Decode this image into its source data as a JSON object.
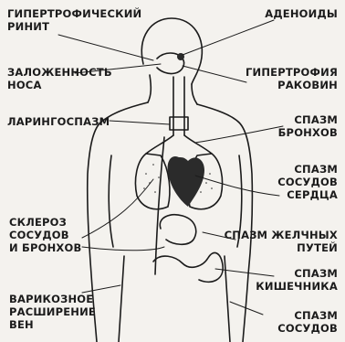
{
  "labels": {
    "hypertrophic_rhinitis": [
      "ГИПЕРТРОФИЧЕСКИЙ",
      "РИНИТ"
    ],
    "adenoids": [
      "АДЕНОИДЫ"
    ],
    "nasal_congestion": [
      "ЗАЛОЖЕННОСТЬ",
      "НОСА"
    ],
    "turbinate_hypertrophy": [
      "ГИПЕРТРОФИЯ",
      "РАКОВИН"
    ],
    "laryngospasm": [
      "ЛАРИНГОСПАЗМ"
    ],
    "bronchospasm": [
      "СПАЗМ",
      "БРОНХОВ"
    ],
    "heart_vessel_spasm": [
      "СПАЗМ",
      "СОСУДОВ",
      "СЕРДЦА"
    ],
    "sclerosis": [
      "СКЛЕРОЗ",
      "СОСУДОВ",
      "И БРОНХОВ"
    ],
    "biliary_spasm": [
      "СПАЗМ ЖЕЛЧНЫХ",
      "ПУТЕЙ"
    ],
    "intestinal_spasm": [
      "СПАЗМ",
      "КИШЕЧНИКА"
    ],
    "varicose_veins": [
      "ВАРИКОЗНОЕ",
      "РАСШИРЕНИЕ",
      "ВЕН"
    ],
    "vessel_spasm": [
      "СПАЗМ",
      "СОСУДОВ"
    ]
  },
  "colors": {
    "ink": "#1b1b1b",
    "paper": "#f4f2ee"
  }
}
